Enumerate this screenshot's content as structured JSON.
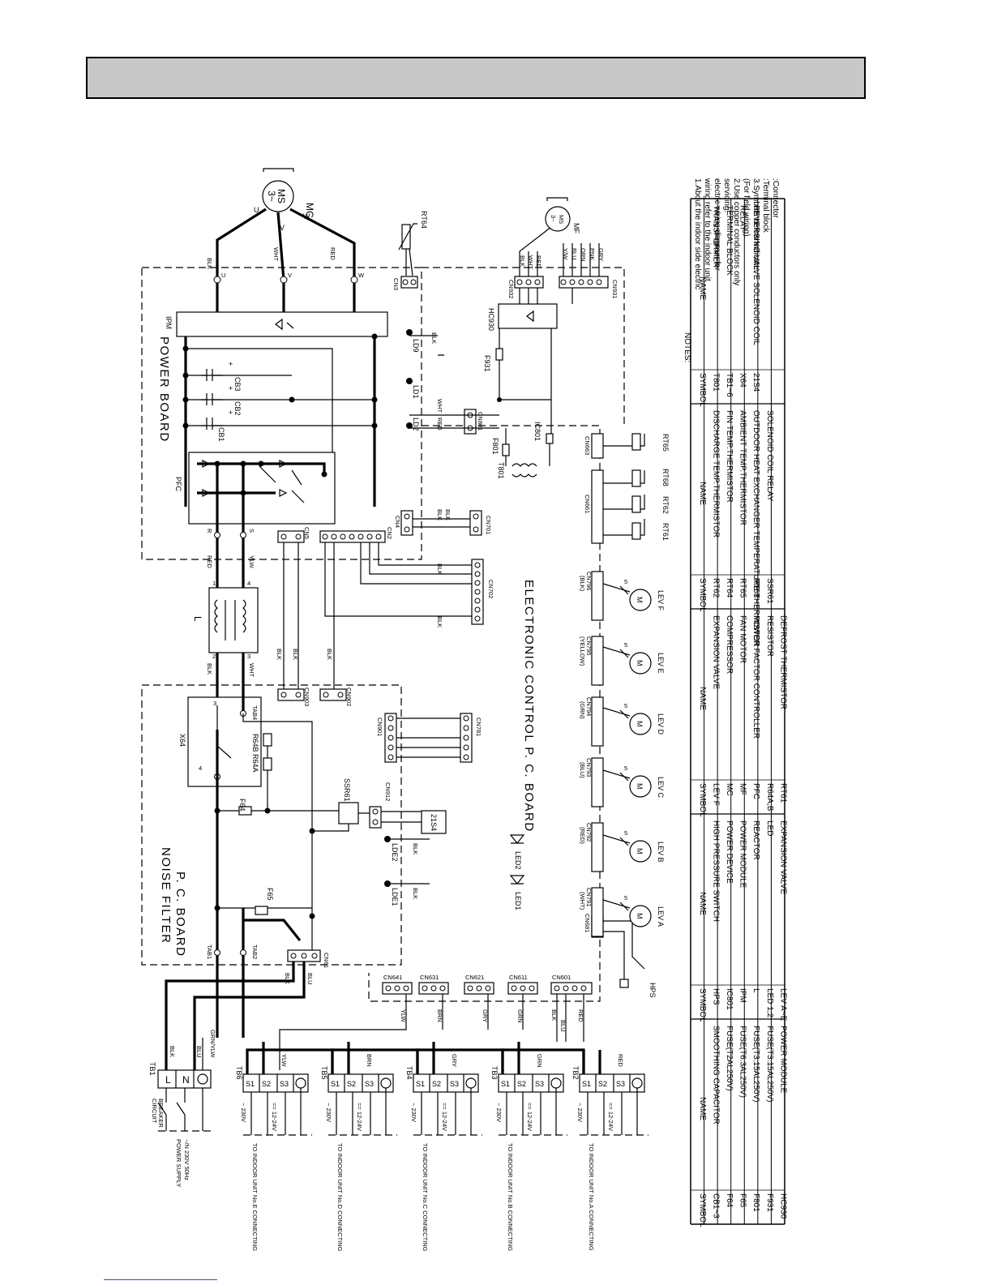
{
  "header": {
    "title": ""
  },
  "labels": {
    "power_board": "POWER BOARD",
    "noise_filter_1": "NOISE FILTER",
    "noise_filter_2": "P. C. BOARD",
    "ecpcb": "ELECTRONIC CONTROL P. C. BOARD",
    "ipm": "IPM",
    "pfc": "PFC",
    "mc": "MC",
    "ms1": "MS",
    "ms2": "3~",
    "mf": "MF",
    "rt64": "RT64",
    "hc930": "HC930",
    "f931": "F931",
    "f801": "F801",
    "ic801": "IC801",
    "t801": "T801",
    "ld1": "LD1",
    "ld2": "LD2",
    "ld9": "LD9",
    "cb1": "CB1",
    "cb2": "CB2",
    "cb3": "CB3",
    "reactor": "L",
    "x64": "X64",
    "ssr61": "SSR61",
    "f64": "F64",
    "f65": "F65",
    "r64a": "R64A",
    "r64b": "R64B",
    "coil": "21S4",
    "tab1": "TAB1",
    "tab2": "TAB2",
    "tab4": "TAB4",
    "lde1": "LDE1",
    "lde2": "LDE2",
    "led1": "LED1",
    "led2": "LED2",
    "hps": "HPS",
    "tb1": "TB1",
    "breaker_1": "CIRCUIT",
    "breaker_2": "BREAKER",
    "supply_1": "POWER SUPPLY",
    "supply_2": "~/N 230V 50Hz",
    "grn_ylw": "GRN/YLW"
  },
  "connectors": [
    "CN3",
    "CN932",
    "CN931",
    "CN901",
    "CN4",
    "CN701",
    "CN5",
    "CN2",
    "CN702",
    "CN903",
    "CN902",
    "CN901",
    "CN781",
    "CN912",
    "CN61",
    "CN641",
    "CN631",
    "CN621",
    "CN611",
    "CN601",
    "CN681",
    "CN791",
    "CN792",
    "CN793",
    "CN794",
    "CN795",
    "CN796",
    "CN661",
    "CN663"
  ],
  "wire_colors": [
    "BLK",
    "WHT",
    "RED",
    "YLW",
    "BLU",
    "GRN",
    "GRY",
    "BRN",
    "ORN",
    "PNK"
  ],
  "lev_valves": [
    {
      "label": "LEV A",
      "color": "(WHT)",
      "cn": "CN791"
    },
    {
      "label": "LEV B",
      "color": "(RED)",
      "cn": "CN792"
    },
    {
      "label": "LEV C",
      "color": "(BLU)",
      "cn": "CN793"
    },
    {
      "label": "LEV D",
      "color": "(GRN)",
      "cn": "CN794"
    },
    {
      "label": "LEV E",
      "color": "(YELLOW)",
      "cn": "CN795"
    },
    {
      "label": "LEV F",
      "color": "(BLK)",
      "cn": "CN796"
    }
  ],
  "thermistors": [
    "RT61",
    "RT62",
    "RT68",
    "RT65"
  ],
  "terminal_blocks": [
    {
      "tb": "TB6",
      "unit": "TO INDOOR UNIT No.E CONNECTING",
      "wire3": "YLW"
    },
    {
      "tb": "TB5",
      "unit": "TO INDOOR UNIT No.D CONNECTING",
      "wire3": "BRN"
    },
    {
      "tb": "TB4",
      "unit": "TO INDOOR UNIT No.C CONNECTING",
      "wire3": "GRY"
    },
    {
      "tb": "TB3",
      "unit": "TO INDOOR UNIT No.B CONNECTING",
      "wire3": "GRN"
    },
    {
      "tb": "TB2",
      "unit": "TO INDOOR UNIT No.A CONNECTING",
      "wire3": "RED"
    }
  ],
  "tb_pins": {
    "s1": "S1",
    "s2": "S2",
    "s3": "S3",
    "v230": "~ 230V",
    "v1224": "== 12-24V"
  },
  "notes": {
    "title": "NOTES:",
    "lines": [
      "1.About the indoor side electric",
      "  wiring refer to the indoor unit",
      "  electric wiring diagram for",
      "  servicing.",
      "2.Use copper conductors only",
      "  (For field wiring).",
      "3.Symbols below indicate.",
      "      :Terminal block",
      "      :Connector"
    ]
  },
  "table": {
    "headers": [
      "SYMBOL",
      "NAME"
    ],
    "columns": [
      [
        [
          "CB1~3",
          "SMOOTHING CAPACITOR"
        ],
        [
          "F64",
          "FUSE(T2AL250V)"
        ],
        [
          "F65",
          "FUSE(T6.3AL250V)"
        ],
        [
          "F801",
          "FUSE(T3.15AL250V)"
        ],
        [
          "F931",
          "FUSE(T3.15AL250V)"
        ],
        [
          "HC930",
          "POWER MODULE"
        ]
      ],
      [
        [
          "HPS",
          "HIGH PRESSURE SWITCH"
        ],
        [
          "IC801",
          "POWER DEVICE"
        ],
        [
          "IPM",
          "POWER MODULE"
        ],
        [
          "L",
          "REACTOR"
        ],
        [
          "LED 1,2",
          "LED"
        ],
        [
          "LEV A~E",
          "EXPANSION VALVE"
        ]
      ],
      [
        [
          "LEV F",
          "EXPANSION VALVE"
        ],
        [
          "MC",
          "COMPRESSOR"
        ],
        [
          "MF",
          "FAN MOTOR"
        ],
        [
          "PFC",
          "POWER FACTOR CONTROLLER"
        ],
        [
          "R64A,B",
          "RESISTOR"
        ],
        [
          "RT61",
          "DEFROST THERMISTOR"
        ]
      ],
      [
        [
          "RT62",
          "DISCHARGE TEMP.THERMISTOR"
        ],
        [
          "RT64",
          "FIN TEMP.THERMISTOR"
        ],
        [
          "RT65",
          "AMBIENT TEMP.THERMISTOR"
        ],
        [
          "RT68",
          "OUTDOOR HEAT EXCHANGER TEMPERATURE THERMISTOR"
        ],
        [
          "SSR61",
          "SOLENOID COIL RELAY"
        ],
        [
          "",
          ""
        ]
      ],
      [
        [
          "T801",
          "TRANSFORMER"
        ],
        [
          "TB1~6",
          "TERMINAL BLOCK"
        ],
        [
          "X64",
          "RELAY"
        ],
        [
          "21S4",
          "REVERSING VALVE SOLENOID COIL"
        ],
        [
          "",
          ""
        ],
        [
          "",
          ""
        ]
      ]
    ]
  }
}
